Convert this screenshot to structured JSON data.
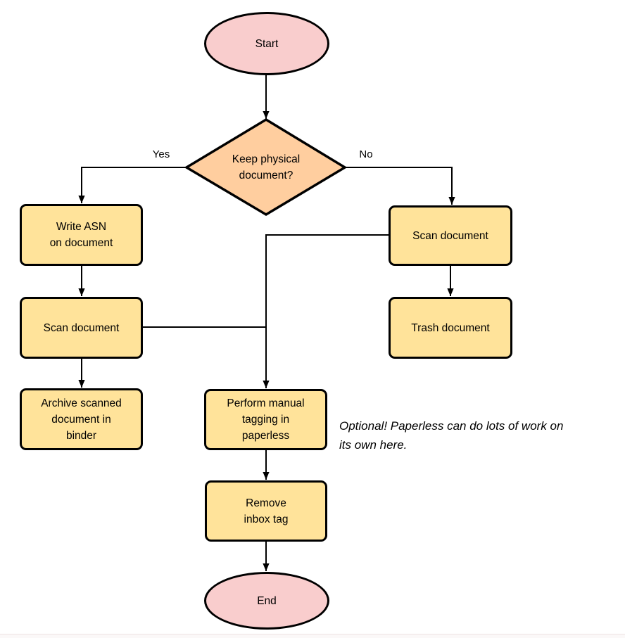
{
  "diagram": {
    "nodes": {
      "start": {
        "label": "Start",
        "type": "terminator"
      },
      "decision": {
        "label": "Keep physical\ndocument?",
        "type": "decision"
      },
      "write_asn": {
        "label": "Write ASN\non document",
        "type": "process"
      },
      "scan_keep": {
        "label": "Scan document",
        "type": "process"
      },
      "archive": {
        "label": "Archive scanned\ndocument in\nbinder",
        "type": "process"
      },
      "scan_discard": {
        "label": "Scan document",
        "type": "process"
      },
      "trash": {
        "label": "Trash document",
        "type": "process"
      },
      "tagging": {
        "label": "Perform manual\ntagging in\npaperless",
        "type": "process"
      },
      "remove_inbox": {
        "label": "Remove\ninbox tag",
        "type": "process"
      },
      "end": {
        "label": "End",
        "type": "terminator"
      }
    },
    "edge_labels": {
      "yes": "Yes",
      "no": "No"
    },
    "annotation": "Optional! Paperless can do lots of work on\nits own here.",
    "colors": {
      "terminator_fill": "#f9cdcd",
      "decision_fill": "#ffce9f",
      "process_fill": "#ffe39a",
      "stroke": "#000000"
    }
  }
}
